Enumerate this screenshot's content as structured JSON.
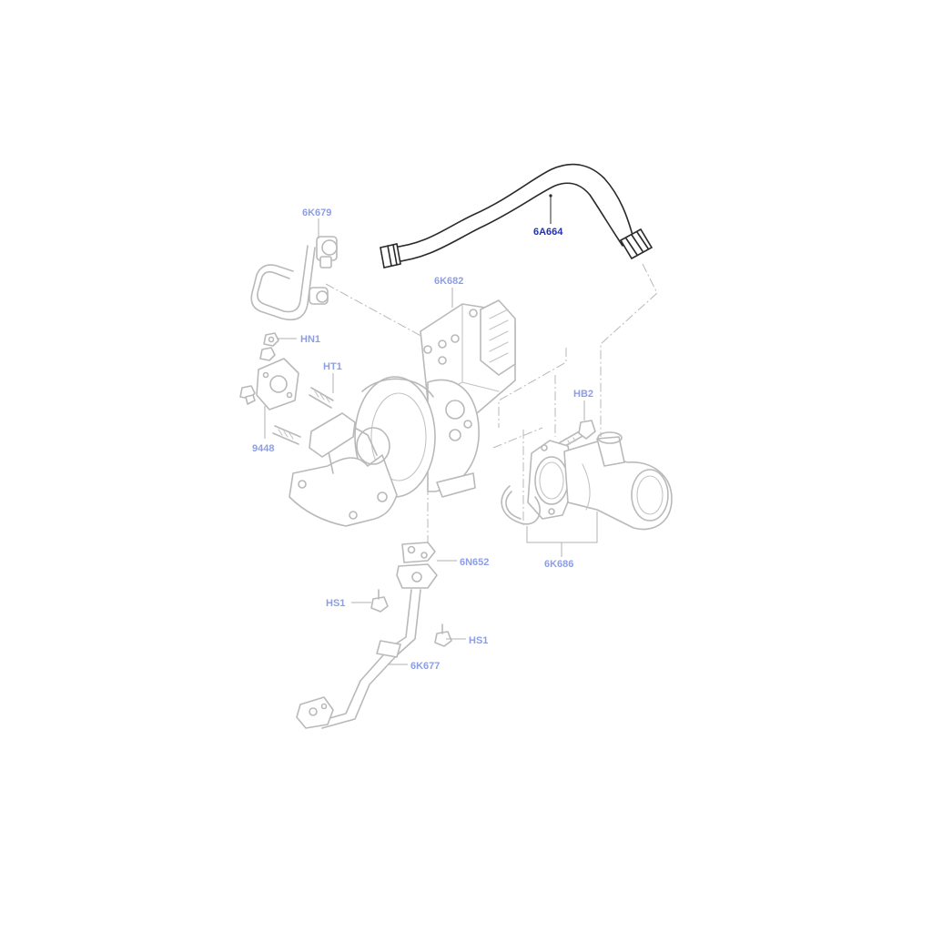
{
  "diagram": {
    "parts": [
      {
        "label": "6K679",
        "active": false
      },
      {
        "label": "6A664",
        "active": true
      },
      {
        "label": "6K682",
        "active": false
      },
      {
        "label": "HN1",
        "active": false
      },
      {
        "label": "HT1",
        "active": false
      },
      {
        "label": "HB2",
        "active": false
      },
      {
        "label": "9448",
        "active": false
      },
      {
        "label": "6K686",
        "active": false
      },
      {
        "label": "6N652",
        "active": false
      },
      {
        "label": "HS1",
        "active": false
      },
      {
        "label": "HS1",
        "active": false
      },
      {
        "label": "6K677",
        "active": false
      }
    ],
    "colors": {
      "callout": "#8d9ee6",
      "callout_active": "#1f2fbf",
      "part_outline": "#b9b9b9",
      "active_part": "#2a2a2a"
    }
  }
}
